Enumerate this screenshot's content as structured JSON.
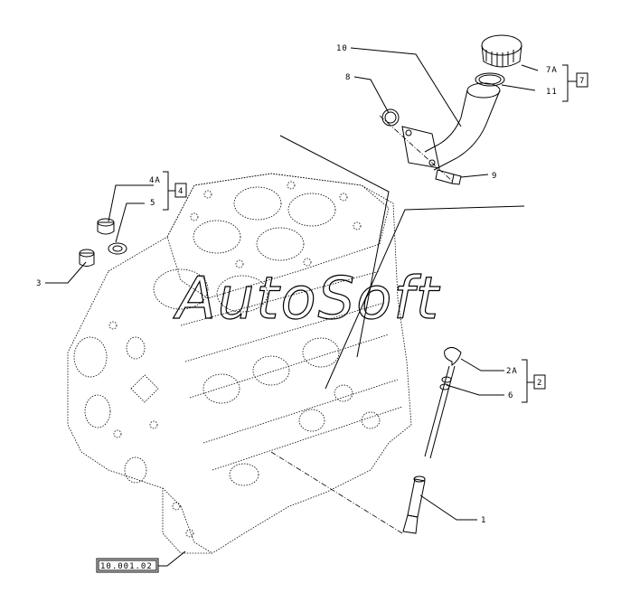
{
  "watermark": "AutoSoft",
  "callouts": {
    "c10": "10",
    "c8": "8",
    "c7a": "7A",
    "c11": "11",
    "c9": "9",
    "c4a": "4A",
    "c5": "5",
    "c3": "3",
    "c2a": "2A",
    "c6": "6",
    "c1": "1"
  },
  "group_refs": {
    "g7": "7",
    "g4": "4",
    "g2": "2"
  },
  "reference_box": "10.001.02"
}
